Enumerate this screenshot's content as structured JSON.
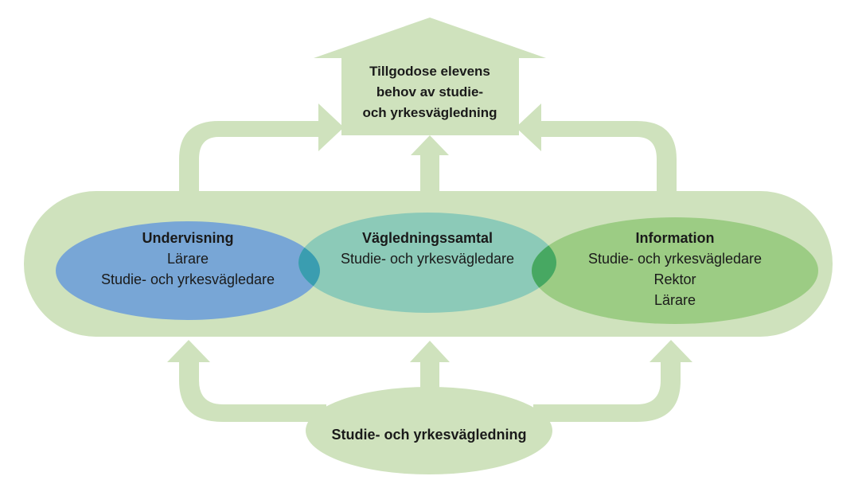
{
  "goal": {
    "lines": [
      "Tillgodose elevens",
      "behov av studie-",
      "och yrkesvägledning"
    ]
  },
  "ovals": [
    {
      "title": "Undervisning",
      "lines": [
        "Lärare",
        "Studie- och yrkesvägledare"
      ],
      "color": "#78a6d6"
    },
    {
      "title": "Vägledningssamtal",
      "lines": [
        "Studie- och yrkesvägledare"
      ],
      "color": "#8ccab8"
    },
    {
      "title": "Information",
      "lines": [
        "Studie- och yrkesvägledare",
        "Rektor",
        "Lärare"
      ],
      "color": "#9ccc84"
    }
  ],
  "source": {
    "label": "Studie- och yrkesvägledning"
  },
  "colors": {
    "arrow_fill": "#cfe2bd",
    "frame_fill": "#cfe2bd",
    "overlap_blue_green": "#3a9db0",
    "overlap_green": "#47a862"
  }
}
